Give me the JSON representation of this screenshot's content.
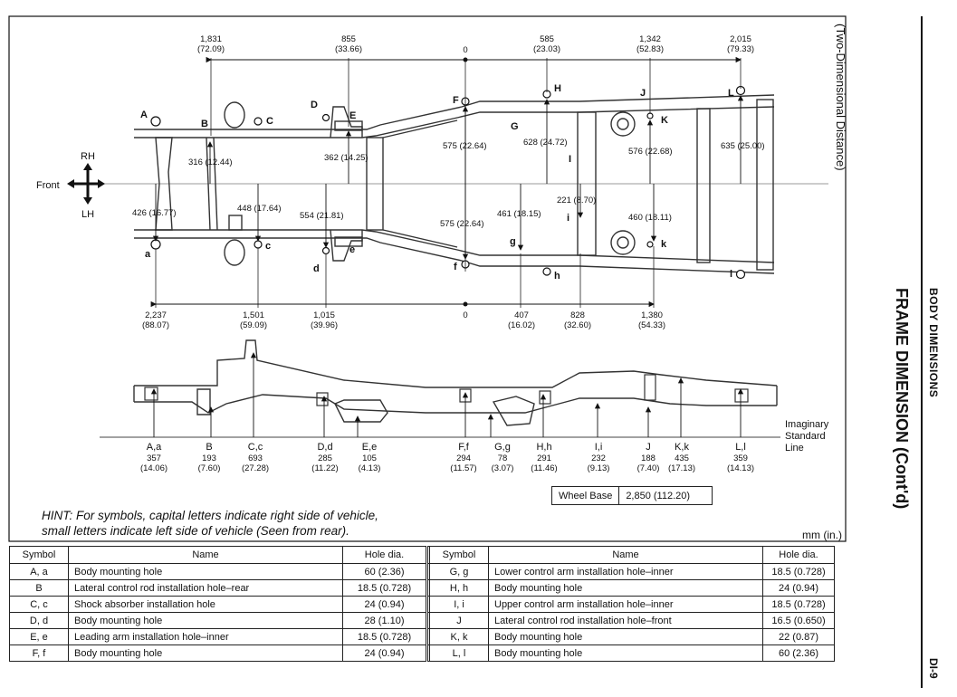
{
  "side": {
    "section": "BODY DIMENSIONS",
    "title": "FRAME DIMENSION (Cont'd)",
    "page": "DI-9",
    "view_note": "(Two-Dimensional Distance)"
  },
  "orientation": {
    "front": "Front",
    "rh": "RH",
    "lh": "LH"
  },
  "top_dims": [
    {
      "mm": "1,831",
      "in": "(72.09)"
    },
    {
      "mm": "855",
      "in": "(33.66)"
    },
    {
      "mm": "0",
      "in": ""
    },
    {
      "mm": "585",
      "in": "(23.03)"
    },
    {
      "mm": "1,342",
      "in": "(52.83)"
    },
    {
      "mm": "2,015",
      "in": "(79.33)"
    }
  ],
  "bottom_dims": [
    {
      "mm": "2,237",
      "in": "(88.07)"
    },
    {
      "mm": "1,501",
      "in": "(59.09)"
    },
    {
      "mm": "1,015",
      "in": "(39.96)"
    },
    {
      "mm": "0",
      "in": ""
    },
    {
      "mm": "407",
      "in": "(16.02)"
    },
    {
      "mm": "828",
      "in": "(32.60)"
    },
    {
      "mm": "1,380",
      "in": "(54.33)"
    }
  ],
  "width_dims": [
    "316 (12.44)",
    "426 (16.77)",
    "448 (17.64)",
    "362 (14.25)",
    "554 (21.81)",
    "575 (22.64)",
    "575 (22.64)",
    "461 (18.15)",
    "628 (24.72)",
    "221 (8.70)",
    "576 (22.68)",
    "460 (18.11)",
    "635 (25.00)"
  ],
  "letters_upper": [
    "A",
    "B",
    "C",
    "D",
    "E",
    "F",
    "G",
    "H",
    "I",
    "J",
    "K",
    "L"
  ],
  "letters_lower": [
    "a",
    "c",
    "d",
    "e",
    "f",
    "g",
    "h",
    "i",
    "k",
    "l"
  ],
  "heights": [
    {
      "sym": "A,a",
      "mm": "357",
      "in": "(14.06)"
    },
    {
      "sym": "B",
      "mm": "193",
      "in": "(7.60)"
    },
    {
      "sym": "C,c",
      "mm": "693",
      "in": "(27.28)"
    },
    {
      "sym": "D,d",
      "mm": "285",
      "in": "(11.22)"
    },
    {
      "sym": "E,e",
      "mm": "105",
      "in": "(4.13)"
    },
    {
      "sym": "F,f",
      "mm": "294",
      "in": "(11.57)"
    },
    {
      "sym": "G,g",
      "mm": "78",
      "in": "(3.07)"
    },
    {
      "sym": "H,h",
      "mm": "291",
      "in": "(11.46)"
    },
    {
      "sym": "I,i",
      "mm": "232",
      "in": "(9.13)"
    },
    {
      "sym": "J",
      "mm": "188",
      "in": "(7.40)"
    },
    {
      "sym": "K,k",
      "mm": "435",
      "in": "(17.13)"
    },
    {
      "sym": "L,l",
      "mm": "359",
      "in": "(14.13)"
    }
  ],
  "imaginary_line": [
    "Imaginary",
    "Standard",
    "Line"
  ],
  "wheel_base": {
    "label": "Wheel Base",
    "value": "2,850 (112.20)"
  },
  "hint": [
    "HINT: For symbols, capital letters indicate right side of vehicle,",
    "small letters indicate left side of vehicle (Seen from rear)."
  ],
  "units": "mm (in.)",
  "table": {
    "headers": {
      "symbol": "Symbol",
      "name": "Name",
      "hole": "Hole dia."
    },
    "left": [
      {
        "symbol": "A, a",
        "name": "Body mounting hole",
        "hole": "60 (2.36)"
      },
      {
        "symbol": "B",
        "name": "Lateral control rod installation hole–rear",
        "hole": "18.5 (0.728)"
      },
      {
        "symbol": "C, c",
        "name": "Shock absorber installation hole",
        "hole": "24 (0.94)"
      },
      {
        "symbol": "D, d",
        "name": "Body mounting hole",
        "hole": "28 (1.10)"
      },
      {
        "symbol": "E, e",
        "name": "Leading arm installation hole–inner",
        "hole": "18.5 (0.728)"
      },
      {
        "symbol": "F, f",
        "name": "Body mounting hole",
        "hole": "24 (0.94)"
      }
    ],
    "right": [
      {
        "symbol": "G, g",
        "name": "Lower control arm installation hole–inner",
        "hole": "18.5 (0.728)"
      },
      {
        "symbol": "H, h",
        "name": "Body mounting hole",
        "hole": "24 (0.94)"
      },
      {
        "symbol": "I, i",
        "name": "Upper control arm installation hole–inner",
        "hole": "18.5 (0.728)"
      },
      {
        "symbol": "J",
        "name": "Lateral control rod installation hole–front",
        "hole": "16.5 (0.650)"
      },
      {
        "symbol": "K, k",
        "name": "Body mounting hole",
        "hole": "22 (0.87)"
      },
      {
        "symbol": "L, l",
        "name": "Body mounting hole",
        "hole": "60 (2.36)"
      }
    ]
  }
}
